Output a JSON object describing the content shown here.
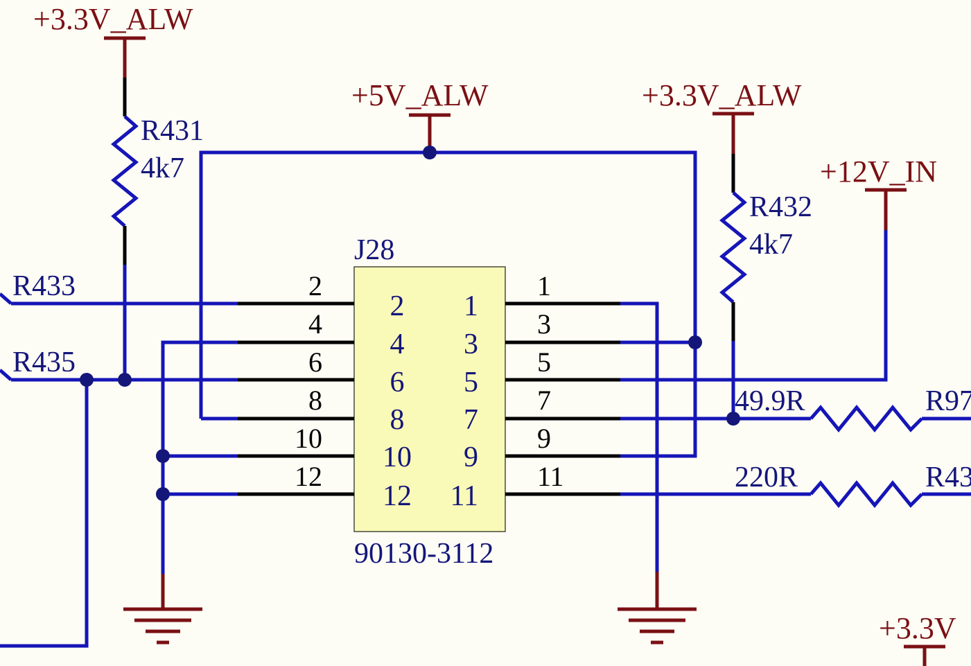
{
  "power_labels": {
    "top_left": "+3.3V_ALW",
    "top_center": "+5V_ALW",
    "top_right": "+3.3V_ALW",
    "right": "+12V_IN",
    "bottom_right": "+3.3V"
  },
  "resistors": {
    "r431": {
      "ref": "R431",
      "value": "4k7"
    },
    "r432": {
      "ref": "R432",
      "value": "4k7"
    },
    "r433": {
      "ref": "R433"
    },
    "r435": {
      "ref": "R435"
    },
    "r97": {
      "ref": "R97",
      "value": "49.9R"
    },
    "r43x": {
      "ref": "R43",
      "value": "220R"
    }
  },
  "connector": {
    "ref": "J28",
    "part": "90130-3112",
    "fill": "#fafab8",
    "left_pins": [
      "2",
      "4",
      "6",
      "8",
      "10",
      "12"
    ],
    "right_pins": [
      "1",
      "3",
      "5",
      "7",
      "9",
      "11"
    ]
  },
  "colors": {
    "wire": "#1515b8",
    "power": "#7a1014",
    "background": "#fdfcf5"
  }
}
